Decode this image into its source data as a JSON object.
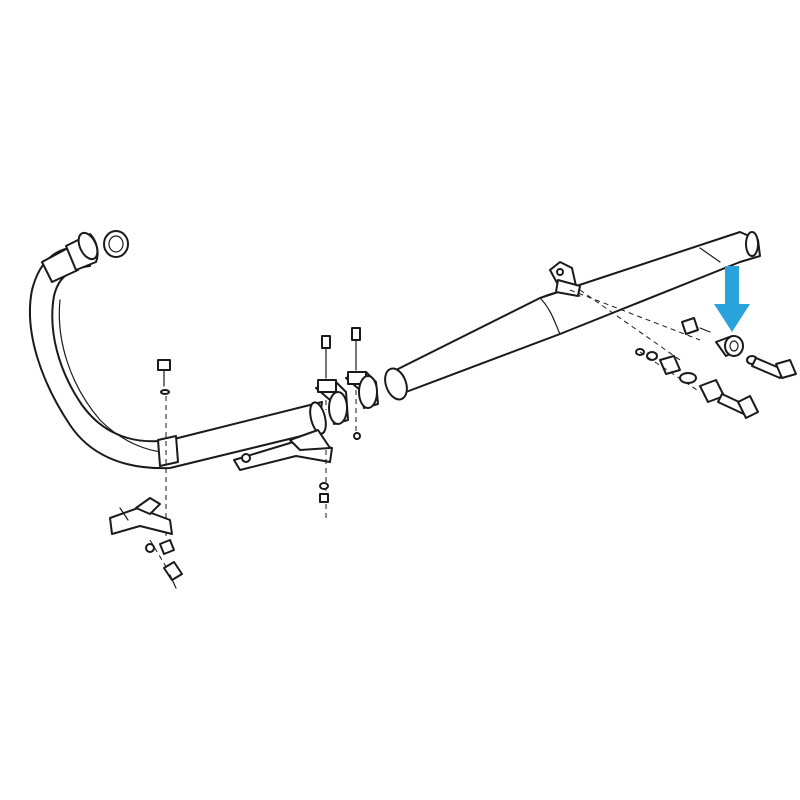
{
  "colors": {
    "ink": "#1a1a1a",
    "paper": "#ffffff",
    "highlight_arrow": "#2aa3dc"
  },
  "parts": [
    {
      "name": "header-pipe",
      "icon": "exhaust-header-pipe-icon"
    },
    {
      "name": "exhaust-gasket-ring",
      "icon": "gasket-ring-icon"
    },
    {
      "name": "header-mounting-bracket",
      "icon": "bracket-icon"
    },
    {
      "name": "middle-mounting-bracket",
      "icon": "bracket-icon"
    },
    {
      "name": "pipe-clamp-pair",
      "icon": "clamp-icon"
    },
    {
      "name": "muffler",
      "icon": "muffler-icon"
    },
    {
      "name": "muffler-mount-hardware",
      "icon": "bolt-nut-washer-icon"
    },
    {
      "name": "rubber-bushing",
      "icon": "bushing-icon",
      "highlighted": true
    }
  ]
}
